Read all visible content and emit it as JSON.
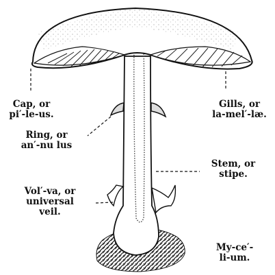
{
  "labels": {
    "cap": {
      "line1": "Cap, or",
      "line2": "pi′-le-us."
    },
    "ring": {
      "line1": "Ring, or",
      "line2": "an′-nu lus"
    },
    "volva": {
      "line1": "Vol′-va, or",
      "line2": "universal",
      "line3": "veil."
    },
    "gills": {
      "line1": "Gills, or",
      "line2": "la-mel′-læ."
    },
    "stem": {
      "line1": "Stem, or",
      "line2": "stipe."
    },
    "mycelium": {
      "line1": "My-ce′-",
      "line2": "li-um."
    }
  }
}
